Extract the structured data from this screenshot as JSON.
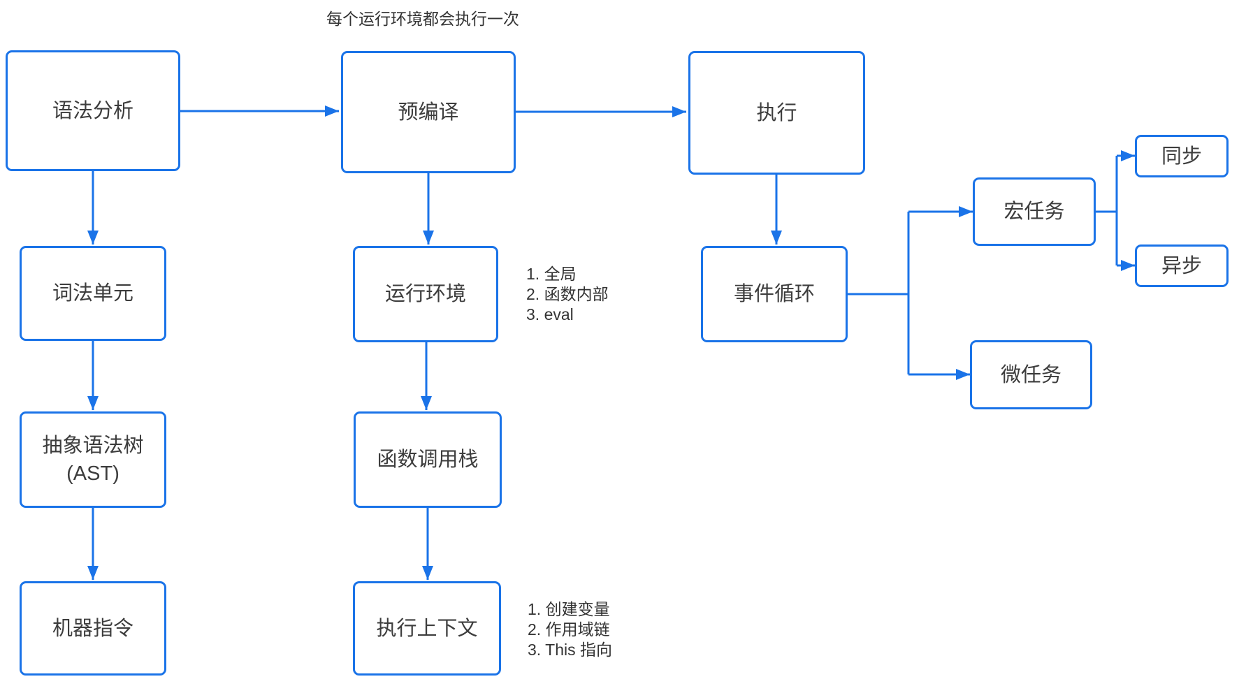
{
  "diagram": {
    "title_note": "每个运行环境都会执行一次",
    "accent_color": "#1a73e8",
    "text_color": "#333333",
    "nodes": {
      "syntax_analysis": "语法分析",
      "precompile": "预编译",
      "execute": "执行",
      "lexical_unit": "词法单元",
      "ast_line1": "抽象语法树",
      "ast_line2": "(AST)",
      "machine_instructions": "机器指令",
      "runtime_env": "运行环境",
      "call_stack": "函数调用栈",
      "execution_context": "执行上下文",
      "event_loop": "事件循环",
      "macro_task": "宏任务",
      "micro_task": "微任务",
      "sync": "同步",
      "async": "异步"
    },
    "annotations": {
      "runtime_env_list": [
        "1. 全局",
        "2. 函数内部",
        "3. eval"
      ],
      "execution_context_list": [
        "1. 创建变量",
        "2. 作用域链",
        "3. This 指向"
      ]
    }
  }
}
